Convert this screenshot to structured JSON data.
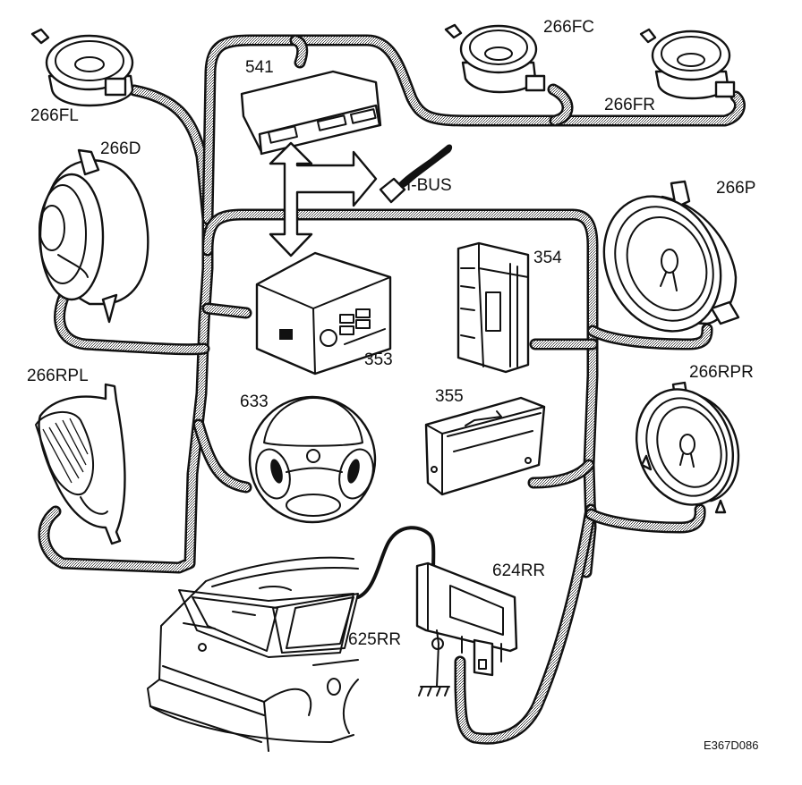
{
  "diagram": {
    "title": "Audio system component and wiring overview",
    "figure_code": "E367D086",
    "components": [
      {
        "id": "266FL",
        "label": "266FL",
        "kind": "speaker-front-left"
      },
      {
        "id": "266D",
        "label": "266D",
        "kind": "speaker-door"
      },
      {
        "id": "541",
        "label": "541",
        "kind": "display-unit"
      },
      {
        "id": "266FC",
        "label": "266FC",
        "kind": "speaker-front-center"
      },
      {
        "id": "266FR",
        "label": "266FR",
        "kind": "speaker-front-right"
      },
      {
        "id": "I-BUS",
        "label": "I-BUS",
        "kind": "bus-connector"
      },
      {
        "id": "266P",
        "label": "266P",
        "kind": "speaker-passenger"
      },
      {
        "id": "354",
        "label": "354",
        "kind": "amplifier"
      },
      {
        "id": "353",
        "label": "353",
        "kind": "radio-head-unit"
      },
      {
        "id": "266RPL",
        "label": "266RPL",
        "kind": "speaker-rear-left"
      },
      {
        "id": "266RPR",
        "label": "266RPR",
        "kind": "speaker-rear-right"
      },
      {
        "id": "633",
        "label": "633",
        "kind": "steering-wheel-controls"
      },
      {
        "id": "355",
        "label": "355",
        "kind": "cd-changer"
      },
      {
        "id": "624RR",
        "label": "624RR",
        "kind": "antenna-amplifier"
      },
      {
        "id": "625RR",
        "label": "625RR",
        "kind": "antenna-ground"
      }
    ],
    "connections": [
      {
        "from": "541",
        "to": "353",
        "type": "double-arrow"
      },
      {
        "from": "541",
        "to": "I-BUS",
        "type": "arrow"
      }
    ]
  }
}
